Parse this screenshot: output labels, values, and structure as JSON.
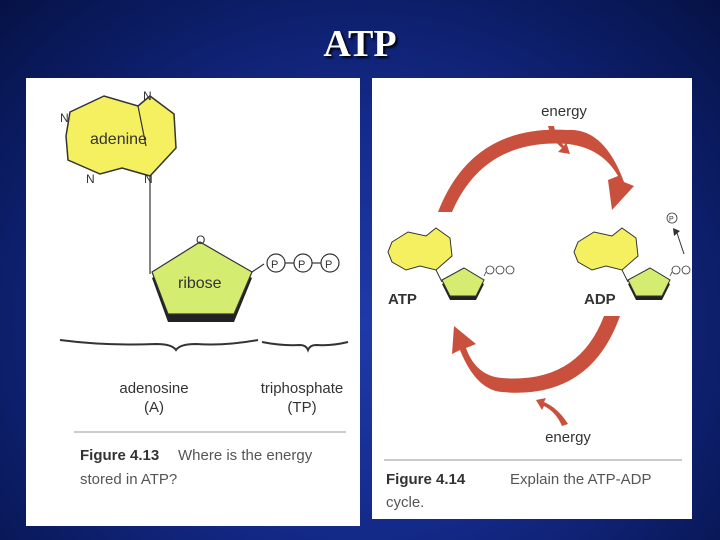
{
  "slide": {
    "title": "ATP"
  },
  "fig13": {
    "adenine": "adenine",
    "ribose": "ribose",
    "n_label": "N",
    "o_label": "O",
    "p_label": "P",
    "adenosine": "adenosine",
    "adenosine_abbr": "(A)",
    "triphosphate": "triphosphate",
    "triphosphate_abbr": "(TP)",
    "caption_num": "Figure 4.13",
    "caption_line1": "Where is the energy",
    "caption_line2": "stored in ATP?"
  },
  "fig14": {
    "energy_top": "energy",
    "energy_bottom": "energy",
    "atp": "ATP",
    "adp": "ADP",
    "p_label": "P",
    "caption_num": "Figure 4.14",
    "caption_line1": "Explain the ATP-ADP",
    "caption_line2": "cycle."
  },
  "colors": {
    "background": "#142a8a",
    "yellow": "#f5f060",
    "ribose_green": "#d4ec70",
    "arrow_red": "#c9503c",
    "dark_shadow": "#222222"
  }
}
